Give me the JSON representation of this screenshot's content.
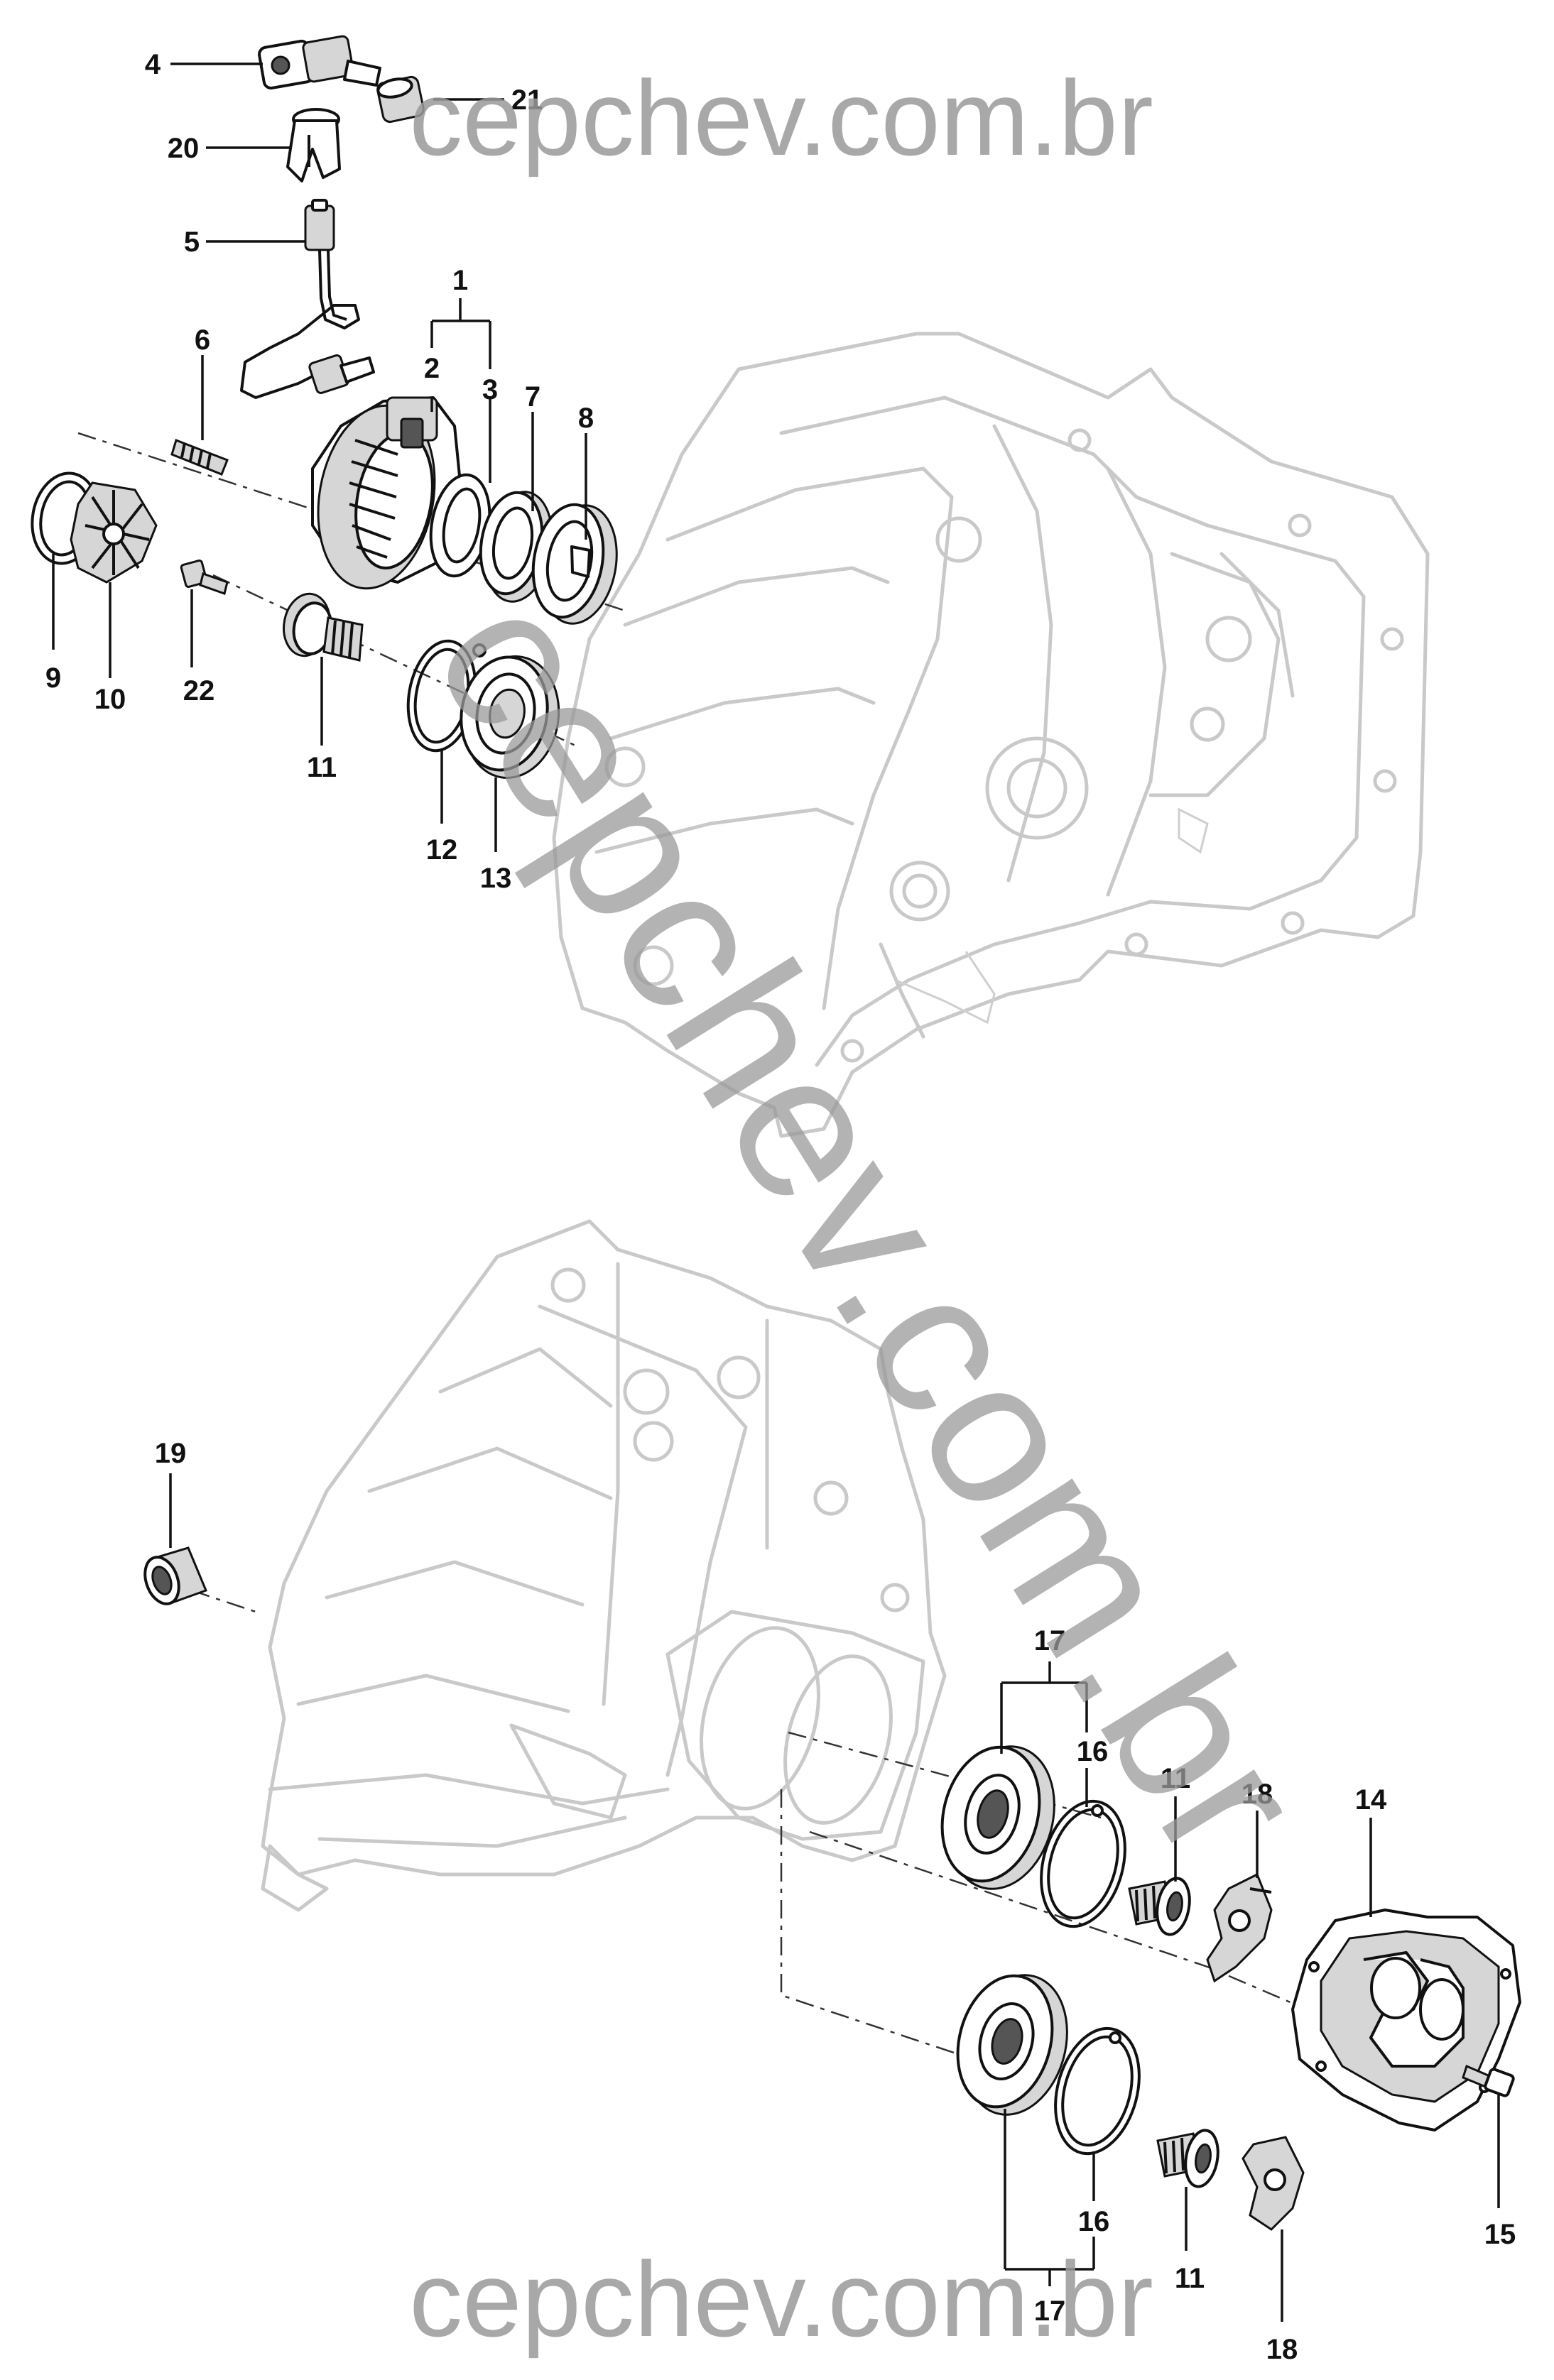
{
  "watermark": {
    "top": "cepchev.com.br",
    "bottom": "cepchev.com.br",
    "diagonal": "cepchev.com.br"
  },
  "callouts": {
    "c1": "1",
    "c2": "2",
    "c3": "3",
    "c4": "4",
    "c5": "5",
    "c6": "6",
    "c7": "7",
    "c8": "8",
    "c9": "9",
    "c10": "10",
    "c11": "11",
    "c12": "12",
    "c13": "13",
    "c14": "14",
    "c15": "15",
    "c16": "16",
    "c17": "17",
    "c18": "18",
    "c19": "19",
    "c20": "20",
    "c21": "21",
    "c22": "22",
    "c11b": "11",
    "c11c": "11",
    "c16b": "16",
    "c17b": "17",
    "c18b": "18"
  },
  "colors": {
    "ink": "#111111",
    "housing_outline": "#c9c9c9",
    "watermark": "#9a9a9a",
    "background": "#ffffff"
  }
}
